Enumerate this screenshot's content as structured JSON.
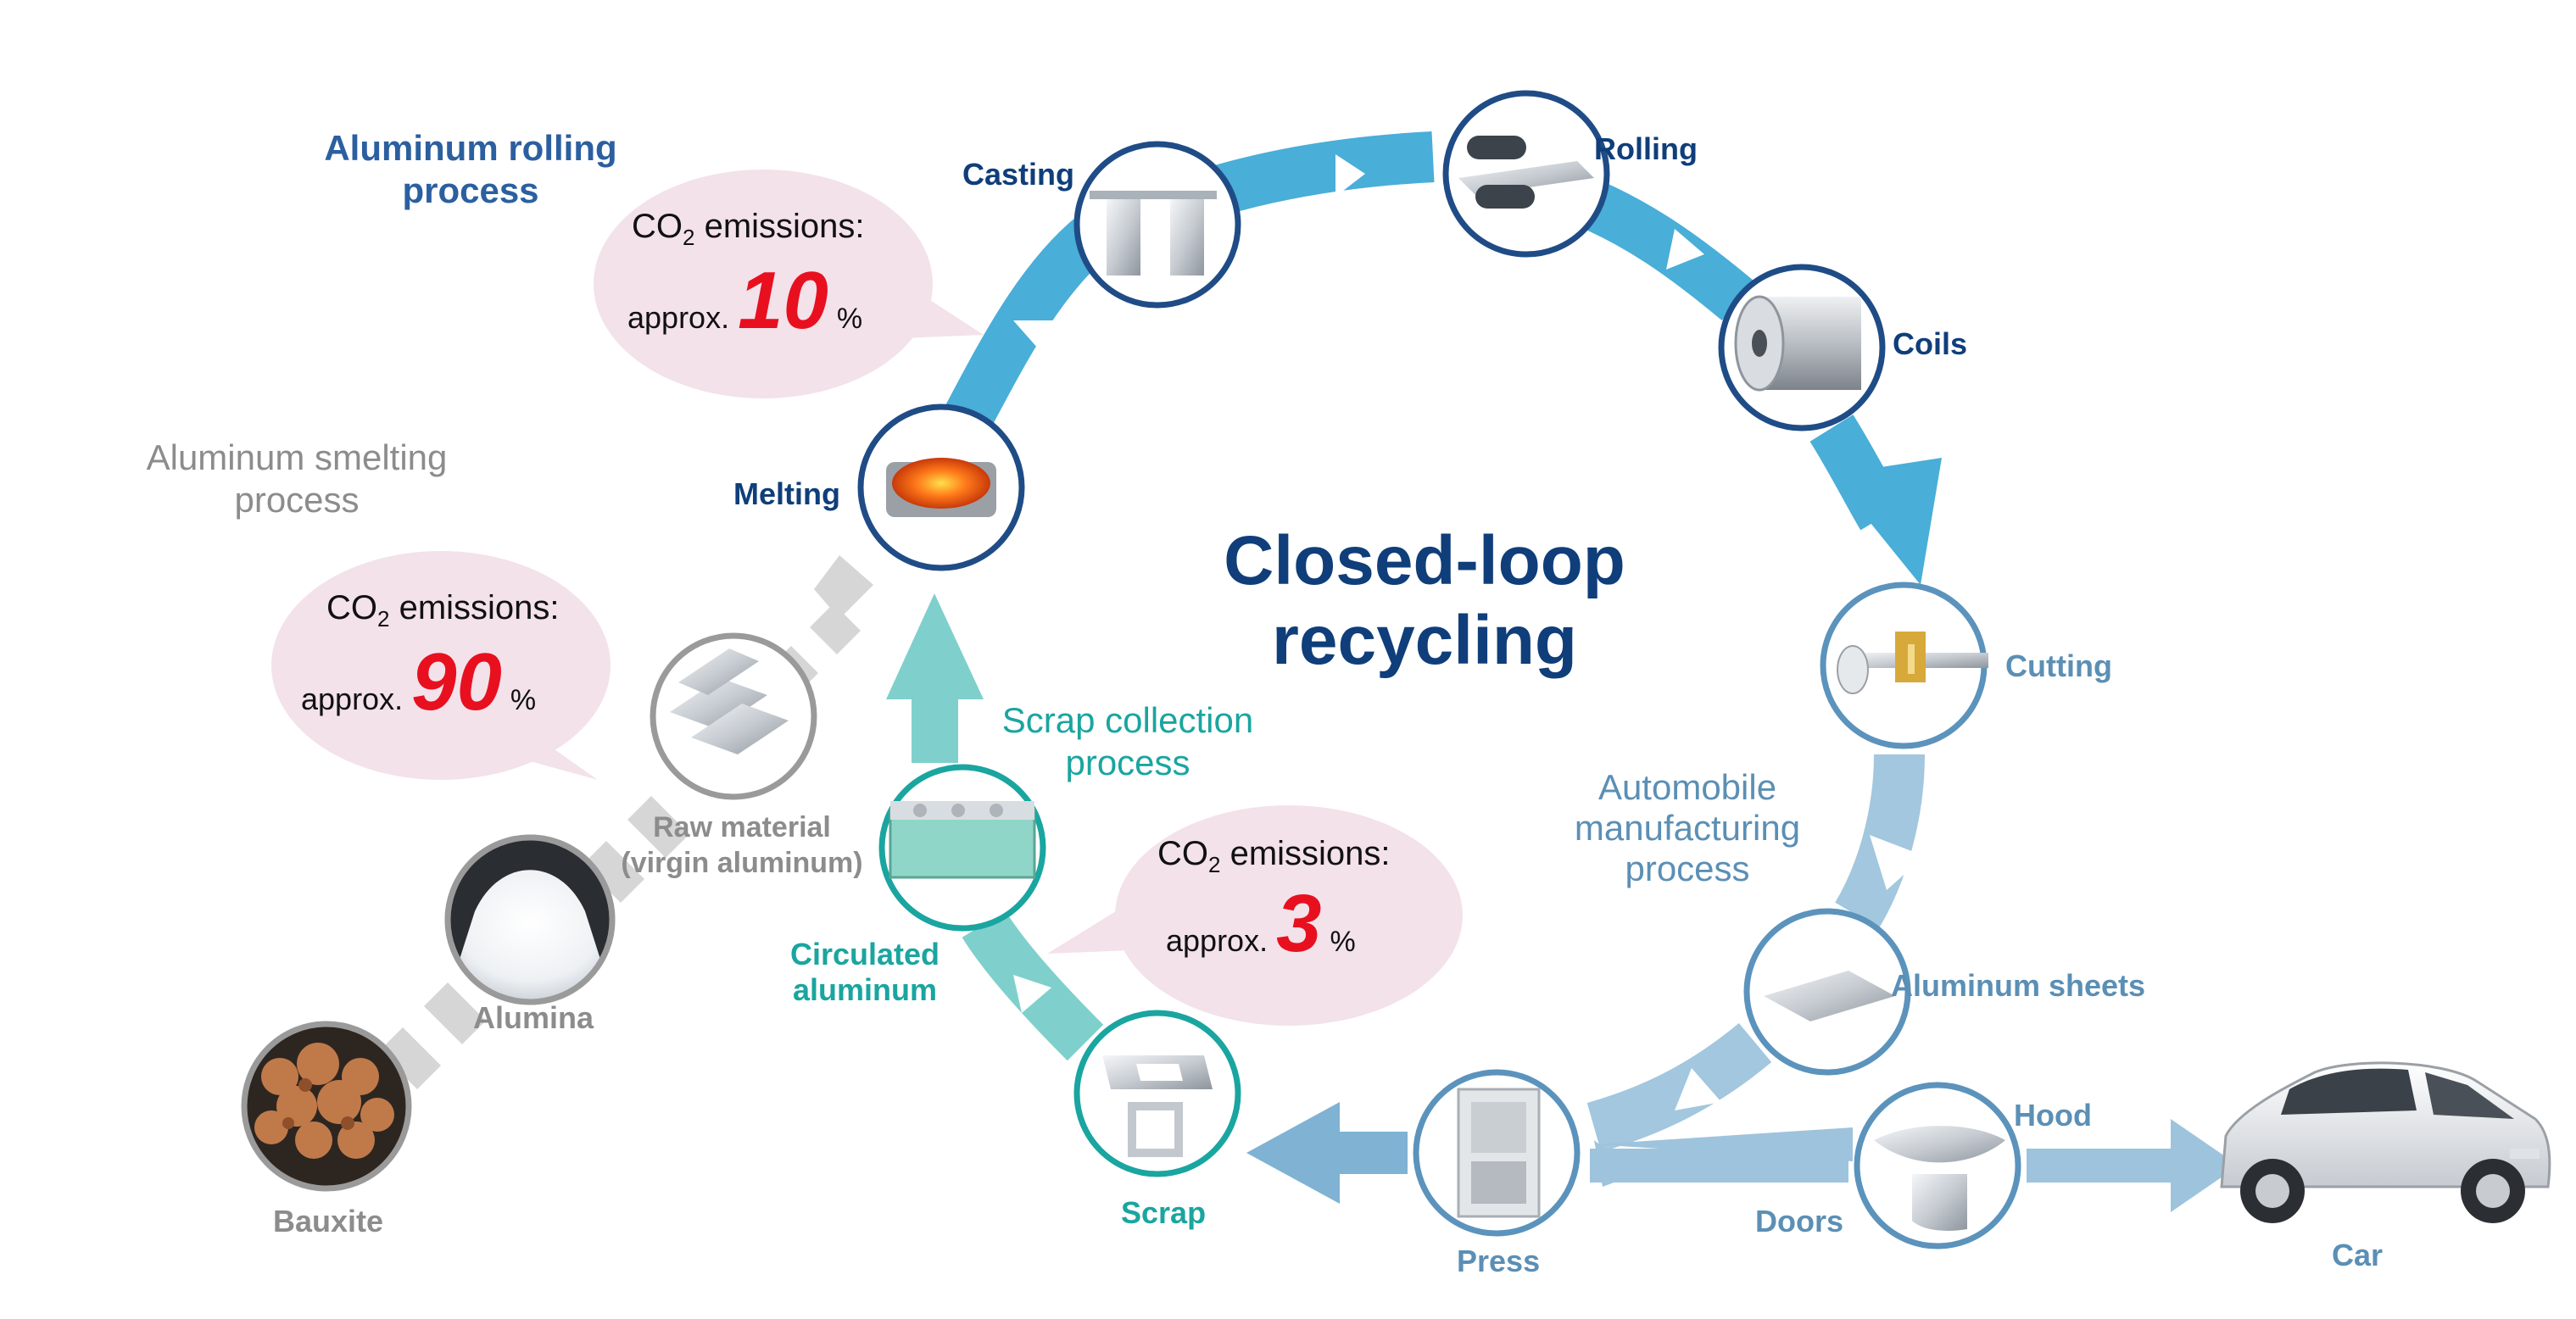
{
  "title": {
    "line1": "Closed-loop",
    "line2": "recycling"
  },
  "processes": {
    "rolling": {
      "line1": "Aluminum rolling",
      "line2": "process"
    },
    "smelting": {
      "line1": "Aluminum smelting",
      "line2": "process"
    },
    "scrap": {
      "line1": "Scrap collection",
      "line2": "process"
    },
    "automobile": {
      "line1": "Automobile",
      "line2": "manufacturing",
      "line3": "process"
    }
  },
  "emissions": {
    "rolling": {
      "label": "CO",
      "sub": "2",
      "suffix": " emissions:",
      "approx": "approx.",
      "value": "10",
      "unit": "%"
    },
    "smelting": {
      "label": "CO",
      "sub": "2",
      "suffix": " emissions:",
      "approx": "approx.",
      "value": "90",
      "unit": "%"
    },
    "scrap": {
      "label": "CO",
      "sub": "2",
      "suffix": " emissions:",
      "approx": "approx.",
      "value": "3",
      "unit": "%"
    }
  },
  "nodes": {
    "casting": "Casting",
    "rolling": "Rolling",
    "coils": "Coils",
    "melting": "Melting",
    "cutting": "Cutting",
    "aluminum_sheets": "Aluminum sheets",
    "hood": "Hood",
    "doors": "Doors",
    "press": "Press",
    "car": "Car",
    "scrap": "Scrap",
    "circulated": {
      "line1": "Circulated",
      "line2": "aluminum"
    },
    "raw_material": {
      "line1": "Raw material",
      "line2": "(virgin aluminum)"
    },
    "alumina": "Alumina",
    "bauxite": "Bauxite"
  },
  "colors": {
    "dark_blue": "#0f3e7a",
    "mid_blue": "#2b5fa0",
    "light_blue": "#5b8fb5",
    "teal": "#1aa5a0",
    "gray": "#8c8c8c",
    "red": "#e8101f",
    "bubble_pink": "#f3e2ea"
  }
}
